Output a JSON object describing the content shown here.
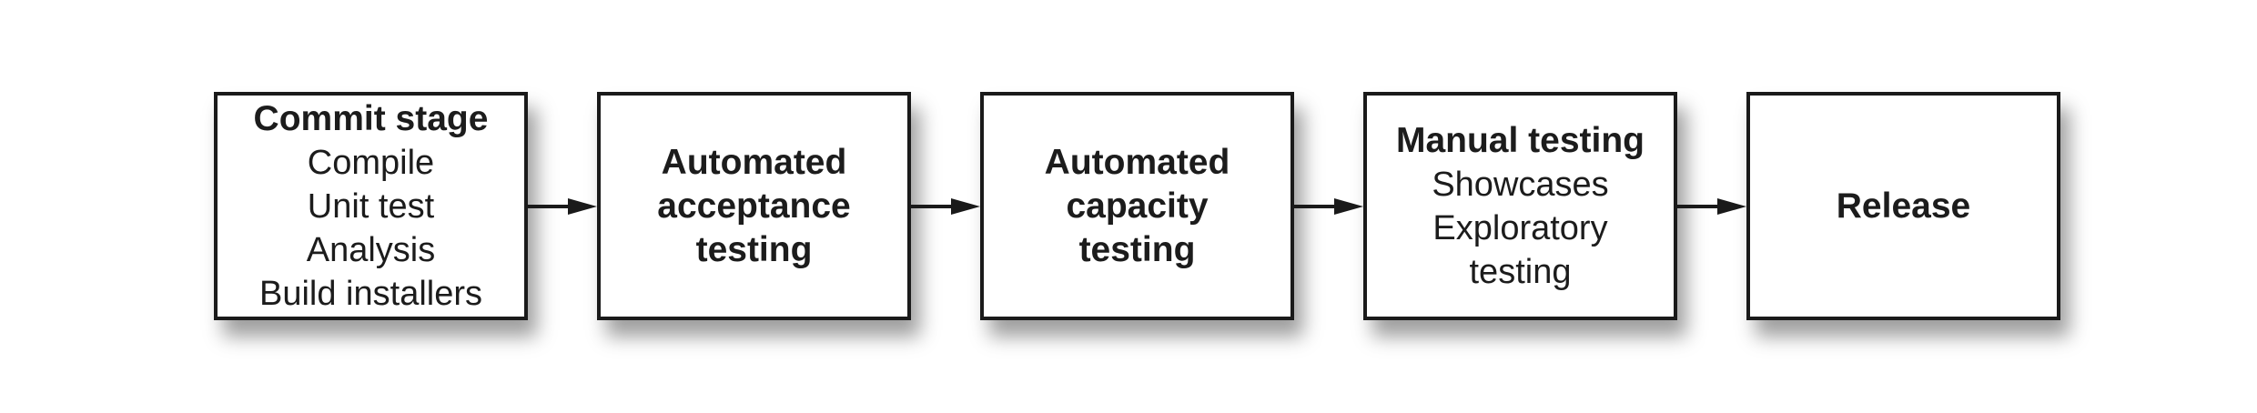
{
  "stages": [
    {
      "title": "Commit stage",
      "lines": [
        "Compile",
        "Unit test",
        "Analysis",
        "Build installers"
      ]
    },
    {
      "title": "Automated\nacceptance\ntesting",
      "lines": []
    },
    {
      "title": "Automated\ncapacity\ntesting",
      "lines": []
    },
    {
      "title": "Manual testing",
      "lines": [
        "Showcases",
        "Exploratory",
        "testing"
      ]
    },
    {
      "title": "Release",
      "lines": []
    }
  ],
  "colors": {
    "border": "#1a1a1a",
    "text": "#1c1c1c",
    "arrow": "#1a1a1a"
  }
}
